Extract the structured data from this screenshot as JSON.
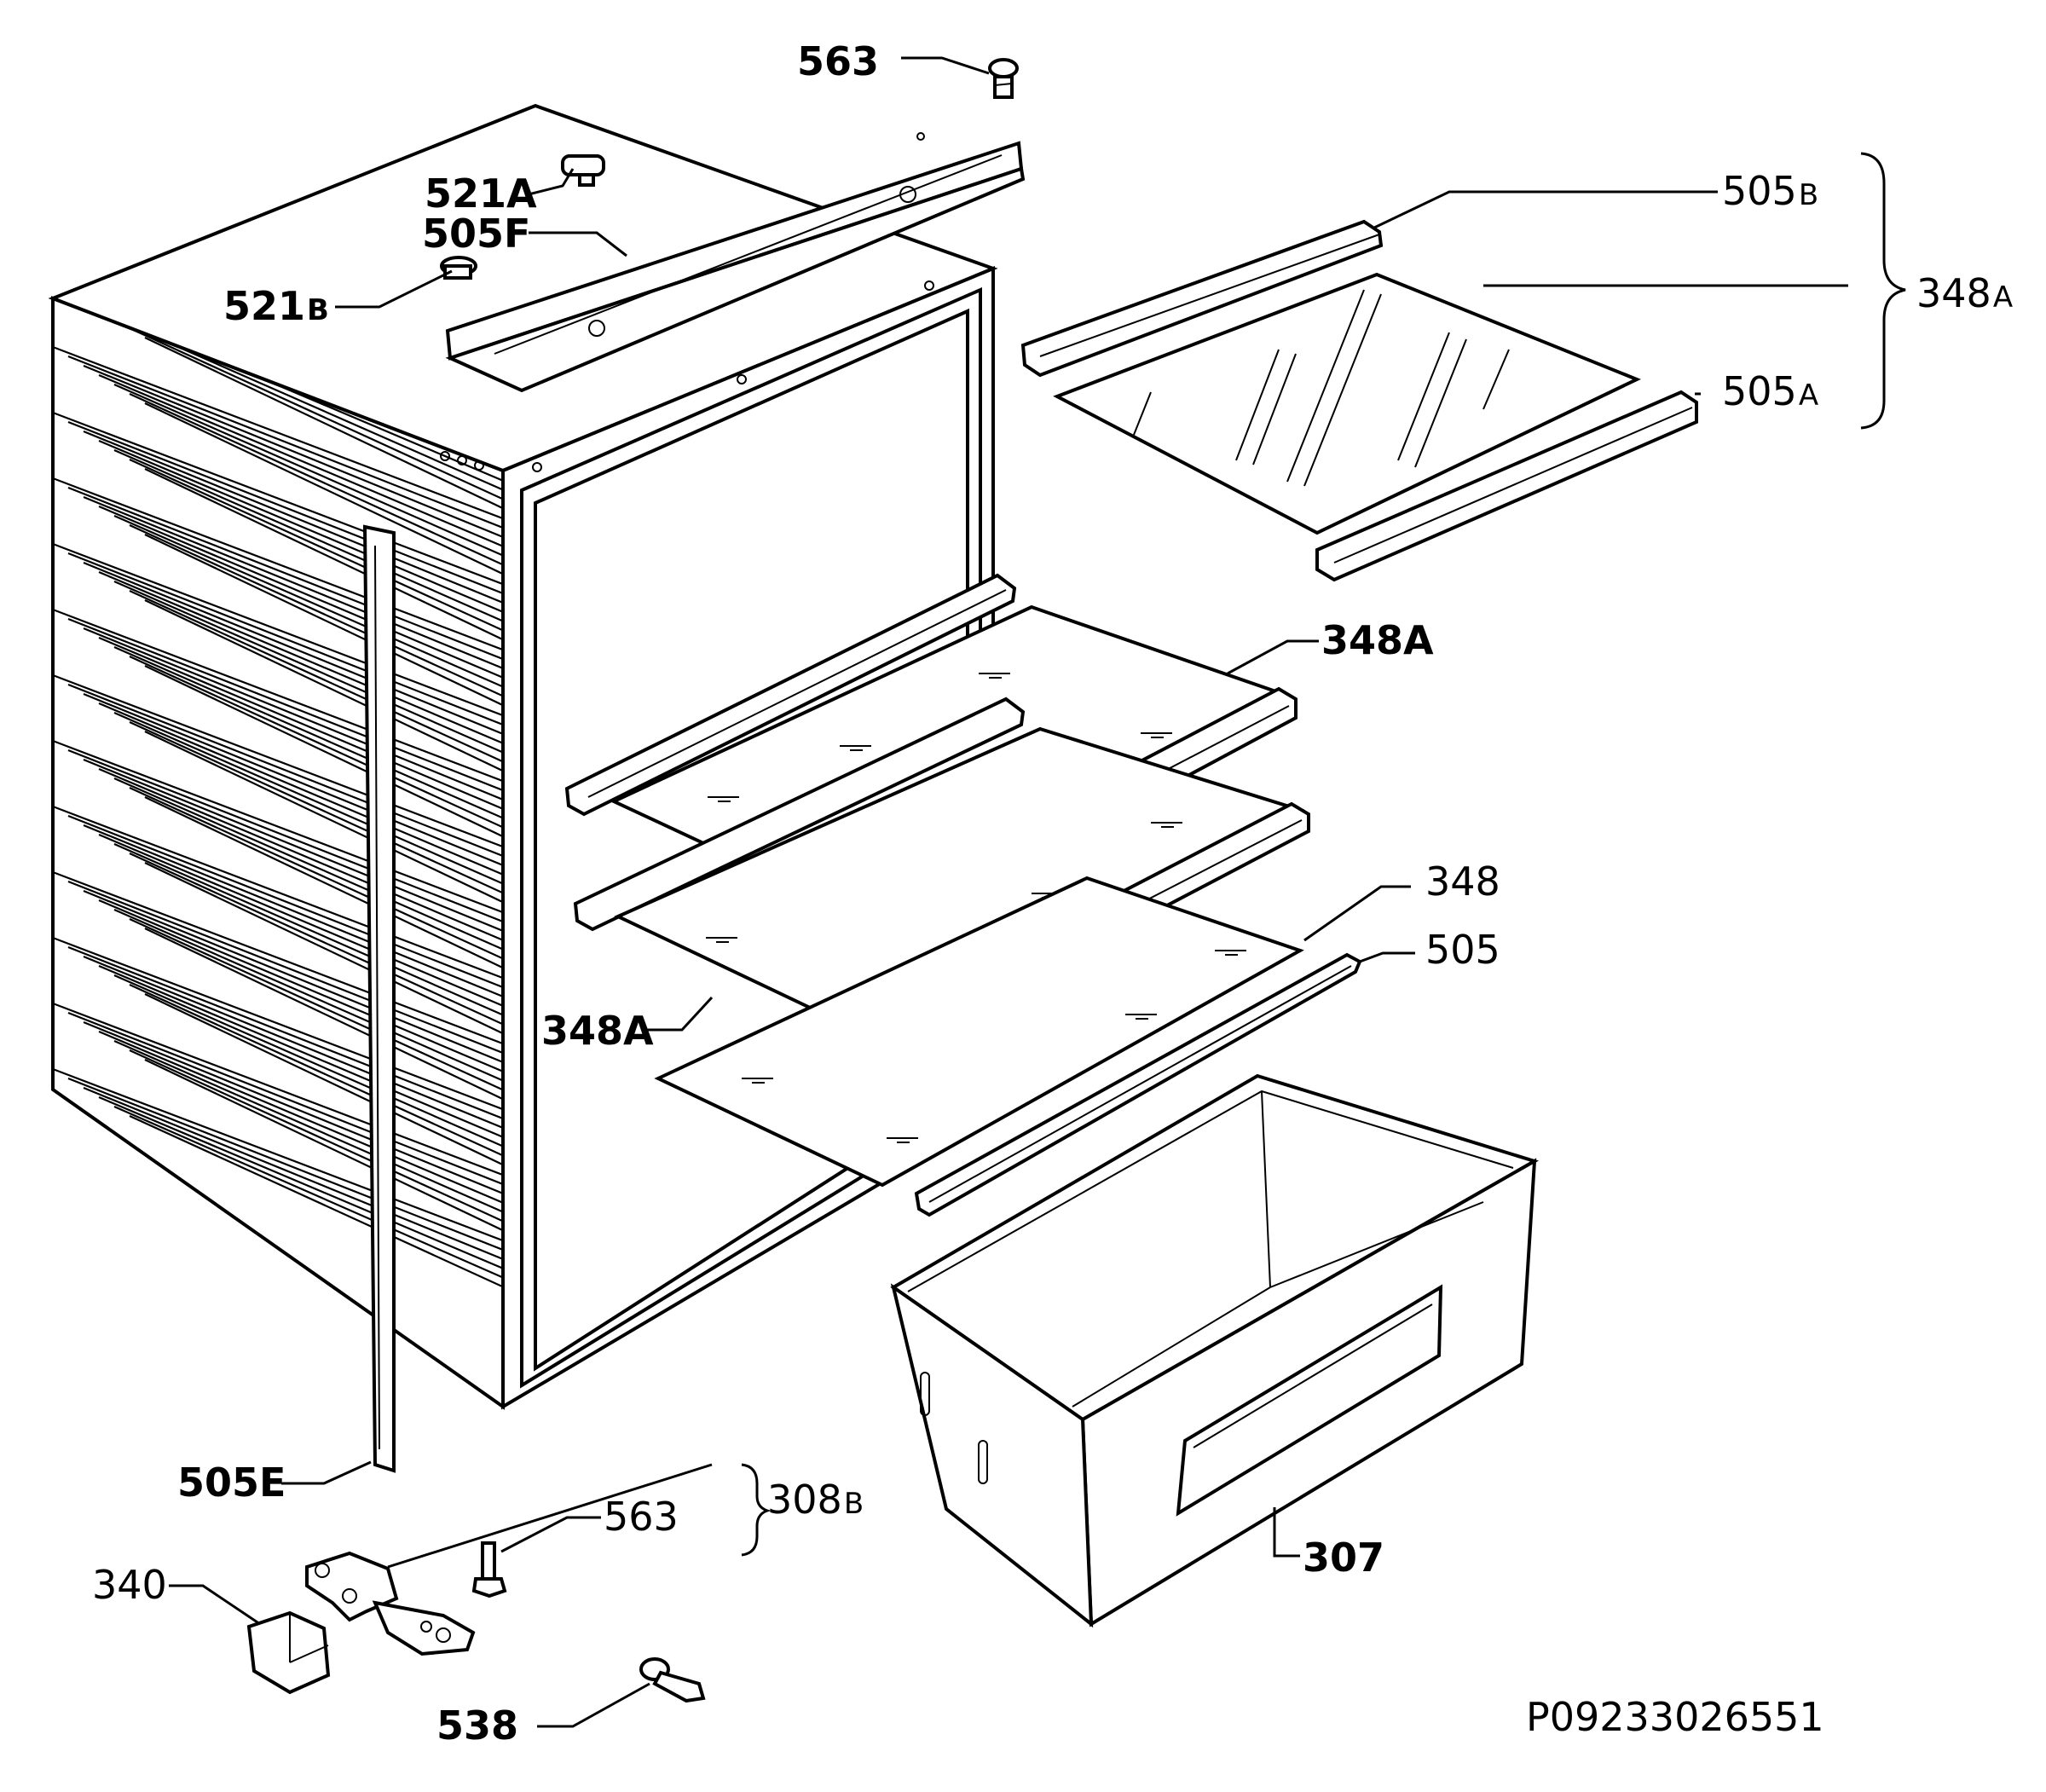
{
  "drawing_number": "P09233026551",
  "labels": {
    "l563_top": "563",
    "l521a": "521A",
    "l505f": "505F",
    "l521b_num": "521",
    "l521b_sub": "B",
    "l505b_num": "505",
    "l505b_sub": "B",
    "l348a_group_num": "348",
    "l348a_group_sub": "A",
    "l505a_num": "505",
    "l505a_sub": "A",
    "l348a_top": "348A",
    "l348": "348",
    "l505": "505",
    "l348a_mid": "348A",
    "l505e": "505E",
    "l308b_num": "308",
    "l308b_sub": "B",
    "l563_bottom": "563",
    "l340": "340",
    "l307": "307",
    "l538": "538"
  }
}
